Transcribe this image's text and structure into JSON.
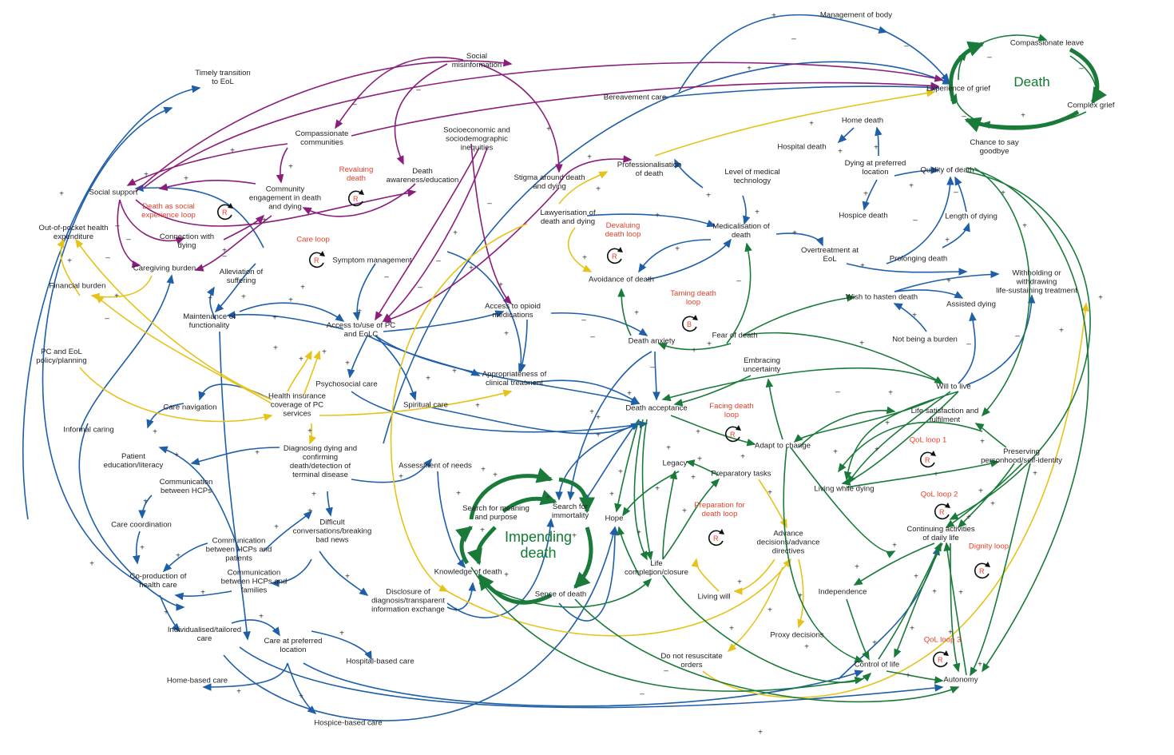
{
  "colors": {
    "blue": "#1f5fa8",
    "purple": "#8a1e7a",
    "yellow": "#e6c31a",
    "green": "#1a7a3a",
    "loop_label": "#e8402a",
    "text": "#222222"
  },
  "headlines": {
    "death": "Death",
    "impending_death": "Impending\ndeath"
  },
  "nodes": {
    "management_of_body": "Management of body",
    "compassionate_leave": "Compassionate leave",
    "experience_of_grief": "Experience of grief",
    "complex_grief": "Complex grief",
    "chance_to_say_goodbye": "Chance to say\ngoodbye",
    "timely_transition": "Timely transition\nto EoL",
    "social_misinformation": "Social\nmisinformation",
    "bereavement_care": "Bereavement care",
    "home_death": "Home death",
    "hospital_death": "Hospital death",
    "dying_at_preferred_location": "Dying at preferred\nlocation",
    "quality_of_death": "Quality of death",
    "compassionate_communities": "Compassionate\ncommunities",
    "socioeconomic_inequities": "Socioeconomic and\nsociodemographic\ninequities",
    "professionalisation_of_death": "Professionalisation\nof death",
    "level_of_medical_technology": "Level of medical\ntechnology",
    "social_support": "Social support",
    "community_engagement": "Community\nengagement in death\nand dying",
    "death_awareness_education": "Death\nawareness/education",
    "stigma_around_death": "Stigma around death\nand dying",
    "hospice_death": "Hospice death",
    "length_of_dying": "Length of dying",
    "out_of_pocket": "Out-of-pocket health\nexpenditure",
    "connection_with_dying": "Connection with\ndying",
    "lawyerisation": "Lawyerisation of\ndeath and dying",
    "medicalisation_of_death": "Medicalisation of\ndeath",
    "overtreatment_at_eol": "Overtreatment at\nEoL",
    "prolonging_death": "Prolonging death",
    "caregiving_burden": "Caregiving burden",
    "symptom_management": "Symptom management",
    "alleviation_of_suffering": "Alleviation of\nsuffering",
    "avoidance_of_death": "Avoidance of death",
    "withholding_treatment": "Withholding or\nwithdrawing\nlife-sustaining treatment",
    "financial_burden": "Financial burden",
    "wish_to_hasten_death": "Wish to hasten death",
    "assisted_dying": "Assisted dying",
    "maintenance_of_functionality": "Maintenance of\nfunctionality",
    "access_to_opioid": "Access to opioid\nmedications",
    "access_to_pc": "Access to/use of PC\nand EoLC",
    "death_anxiety": "Death anxiety",
    "fear_of_death": "Fear of death",
    "not_being_a_burden": "Not being a burden",
    "pc_and_eol_policy": "PC and EoL\npolicy/planning",
    "embracing_uncertainty": "Embracing\nuncertainty",
    "appropriateness_of_treatment": "Appropriateness of\nclinical treatment",
    "psychosocial_care": "Psychosocial care",
    "will_to_live": "Will to live",
    "health_insurance": "Health insurance\ncoverage of PC\nservices",
    "care_navigation": "Care navigation",
    "spiritual_care": "Spiritual care",
    "death_acceptance": "Death acceptance",
    "life_satisfaction": "Life satisfaction and\nfulfilment",
    "informal_caring": "Informal caring",
    "adapt_to_change": "Adapt to change",
    "diagnosing_dying": "Diagnosing dying and\nconfirming\ndeath/detection of\nterminal disease",
    "patient_education": "Patient\neducation/literacy",
    "assessment_of_needs": "Assessment of needs",
    "legacy": "Legacy",
    "preserving_personhood": "Preserving\npersonhood/self-identity",
    "communication_between_hcps": "Communication\nbetween HCPs",
    "preparatory_tasks": "Preparatory tasks",
    "living_while_dying": "Living while dying",
    "search_for_meaning": "Search for meaning\nand purpose",
    "search_for_immortality": "Search for\nimmortality",
    "difficult_conversations": "Difficult\nconversations/breaking\nbad news",
    "care_coordination": "Care coordination",
    "hope": "Hope",
    "continuing_activities": "Continuing activities\nof daily life",
    "advance_decisions": "Advance\ndecisions/advance\ndirectives",
    "communication_hcps_patients": "Communication\nbetween HCPs and\npatients",
    "co_production": "Co-production of\nhealth care",
    "communication_hcps_families": "Communication\nbetween HCPs and\nfamilies",
    "knowledge_of_death": "Knowledge of death",
    "life_completion": "Life\ncompletion/closure",
    "independence": "Independence",
    "disclosure_of_diagnosis": "Disclosure of\ndiagnosis/transparent\ninformation exchange",
    "living_will": "Living will",
    "sense_of_death": "Sense of death",
    "individualised_care": "Individualised/tailored\ncare",
    "care_at_preferred_location": "Care at preferred\nlocation",
    "proxy_decisions": "Proxy decisions",
    "hospital_based_care": "Hospital-based care",
    "do_not_resuscitate": "Do not resuscitate\norders",
    "control_of_life": "Control of life",
    "autonomy": "Autonomy",
    "home_based_care": "Home-based care",
    "hospice_based_care": "Hospice-based care"
  },
  "loops": {
    "revaluing_death": {
      "label": "Revaluing\ndeath",
      "type": "R"
    },
    "death_as_social_experience": {
      "label": "Death as social\nexperience loop",
      "type": "R"
    },
    "care_loop": {
      "label": "Care loop",
      "type": "R"
    },
    "devaluing_death": {
      "label": "Devaluing\ndeath loop",
      "type": "R"
    },
    "taming_death": {
      "label": "Taming death\nloop",
      "type": "B"
    },
    "facing_death": {
      "label": "Facing death\nloop",
      "type": "R"
    },
    "qol_loop_1": {
      "label": "QoL loop 1",
      "type": "R"
    },
    "qol_loop_2": {
      "label": "QoL loop 2",
      "type": "R"
    },
    "qol_loop_3": {
      "label": "QoL loop 3",
      "type": "R"
    },
    "dignity_loop": {
      "label": "Dignity loop",
      "type": "R"
    },
    "preparation_for_death": {
      "label": "Preparation for\ndeath loop",
      "type": "R"
    }
  },
  "signs": {
    "plus": "+",
    "minus": "–"
  }
}
